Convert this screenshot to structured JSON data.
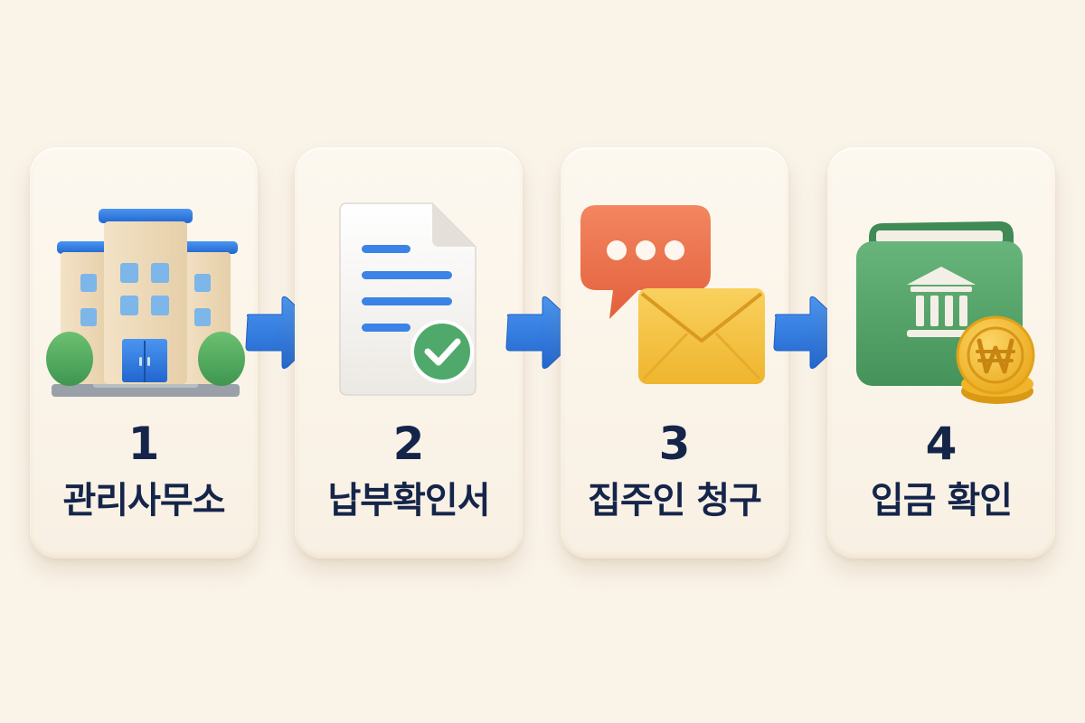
{
  "steps": [
    {
      "number": "1",
      "label": "관리사무소",
      "icon": "office-building-icon"
    },
    {
      "number": "2",
      "label": "납부확인서",
      "icon": "payment-document-check-icon"
    },
    {
      "number": "3",
      "label": "집주인 청구",
      "icon": "chat-mail-icon"
    },
    {
      "number": "4",
      "label": "입금 확인",
      "icon": "wallet-bank-won-coin-icon"
    }
  ],
  "colors": {
    "background": "#faf3e8",
    "text": "#15254a",
    "arrow": "#2f7be0",
    "check_green": "#4ea96a",
    "bubble_orange": "#ee7550",
    "envelope_yellow": "#f6c443",
    "wallet_green": "#56a56a",
    "coin_gold": "#f4b828"
  }
}
